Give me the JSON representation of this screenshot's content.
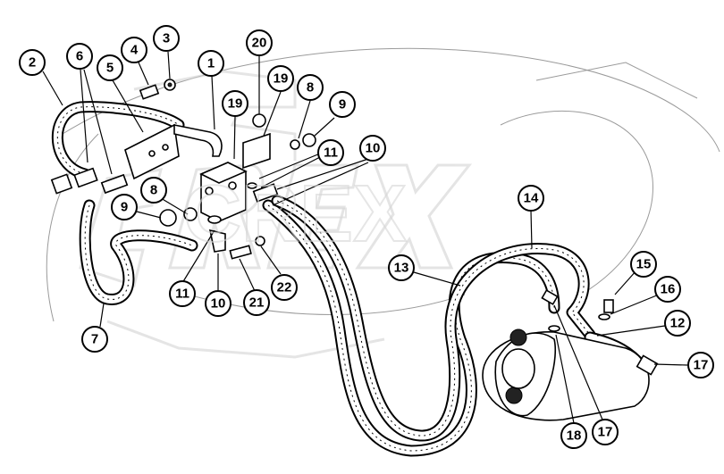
{
  "diagram": {
    "watermark": "CREX",
    "accent_color": "#000000",
    "callouts": [
      {
        "id": "c2",
        "label": "2"
      },
      {
        "id": "c6",
        "label": "6"
      },
      {
        "id": "c5",
        "label": "5"
      },
      {
        "id": "c4",
        "label": "4"
      },
      {
        "id": "c3",
        "label": "3"
      },
      {
        "id": "c1",
        "label": "1"
      },
      {
        "id": "c20",
        "label": "20"
      },
      {
        "id": "c19a",
        "label": "19"
      },
      {
        "id": "c19b",
        "label": "19"
      },
      {
        "id": "c8a",
        "label": "8"
      },
      {
        "id": "c9a",
        "label": "9"
      },
      {
        "id": "c11a",
        "label": "11"
      },
      {
        "id": "c10a",
        "label": "10"
      },
      {
        "id": "c8b",
        "label": "8"
      },
      {
        "id": "c9b",
        "label": "9"
      },
      {
        "id": "c7",
        "label": "7"
      },
      {
        "id": "c11b",
        "label": "11"
      },
      {
        "id": "c10b",
        "label": "10"
      },
      {
        "id": "c21",
        "label": "21"
      },
      {
        "id": "c22",
        "label": "22"
      },
      {
        "id": "c13",
        "label": "13"
      },
      {
        "id": "c14",
        "label": "14"
      },
      {
        "id": "c15",
        "label": "15"
      },
      {
        "id": "c16",
        "label": "16"
      },
      {
        "id": "c12",
        "label": "12"
      },
      {
        "id": "c17a",
        "label": "17"
      },
      {
        "id": "c18",
        "label": "18"
      },
      {
        "id": "c17b",
        "label": "17"
      }
    ]
  }
}
